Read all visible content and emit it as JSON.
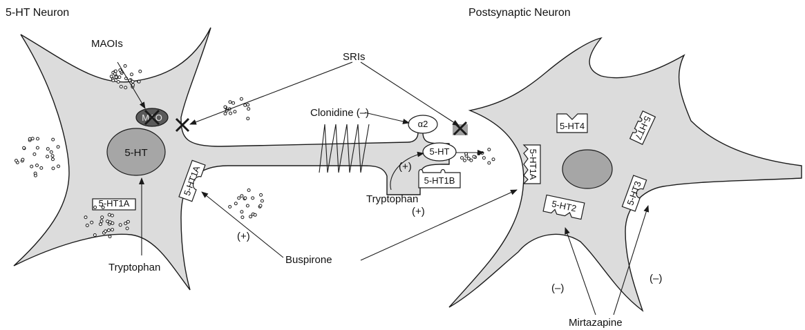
{
  "titles": {
    "presynaptic": "5-HT Neuron",
    "postsynaptic": "Postsynaptic Neuron"
  },
  "labels": {
    "maois": "MAOIs",
    "sris": "SRIs",
    "clonidine": "Clonidine (–)",
    "tryptophan_axon": "Tryptophan",
    "tryptophan_soma": "Tryptophan",
    "plus_axon": "(+)",
    "plus_axon2": "(+)",
    "plus_buspirone": "(+)",
    "buspirone": "Buspirone",
    "mirtazapine": "Mirtazapine",
    "minus_left": "(–)",
    "minus_right": "(–)",
    "mao": "MAO",
    "nucleus_5ht": "5-HT",
    "vesicle_5ht": "5-HT",
    "alpha2": "α2"
  },
  "receptors": {
    "pre_5ht1a_soma": "5-HT1A",
    "pre_5ht1a_rot": "5-HT1A",
    "pre_5ht1b": "5-HT1B",
    "post_5ht1a": "5-HT1A",
    "post_5ht4": "5-HT4",
    "post_5ht7": "5-HT7",
    "post_5ht3": "5-HT3",
    "post_5ht2": "5-HT2"
  },
  "colors": {
    "cell_fill": "#dcdcdc",
    "nucleus_fill": "#a6a6a6",
    "mao_fill": "#5a5a5a",
    "block_fill": "#a0a0a0",
    "stroke": "#1a1a1a"
  }
}
